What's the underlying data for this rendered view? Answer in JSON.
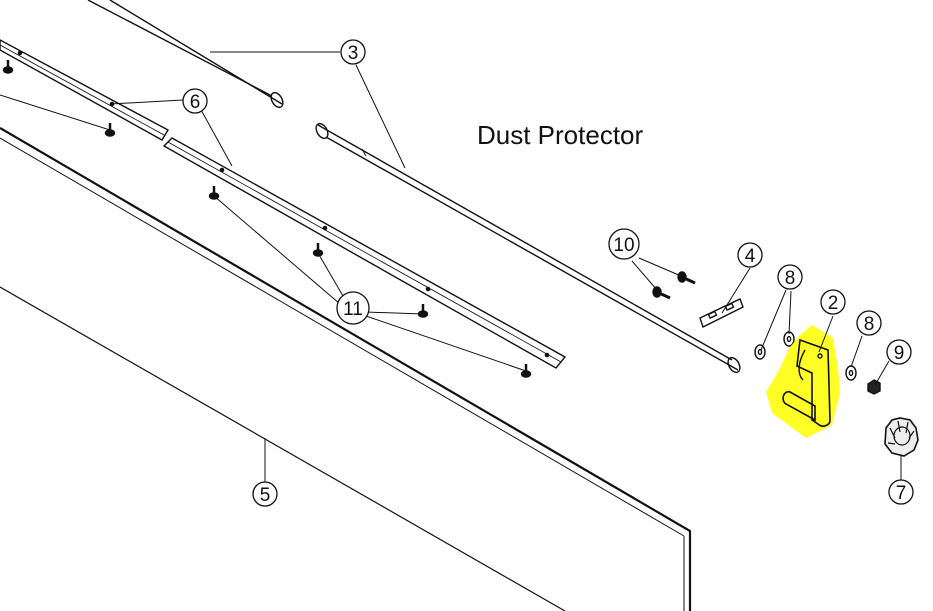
{
  "title": "Dust Protector",
  "highlight_color": "#ffff00",
  "callouts": {
    "c2": "2",
    "c3": "3",
    "c4": "4",
    "c5": "5",
    "c6": "6",
    "c7": "7",
    "c8a": "8",
    "c8b": "8",
    "c9": "9",
    "c10": "10",
    "c11": "11"
  }
}
